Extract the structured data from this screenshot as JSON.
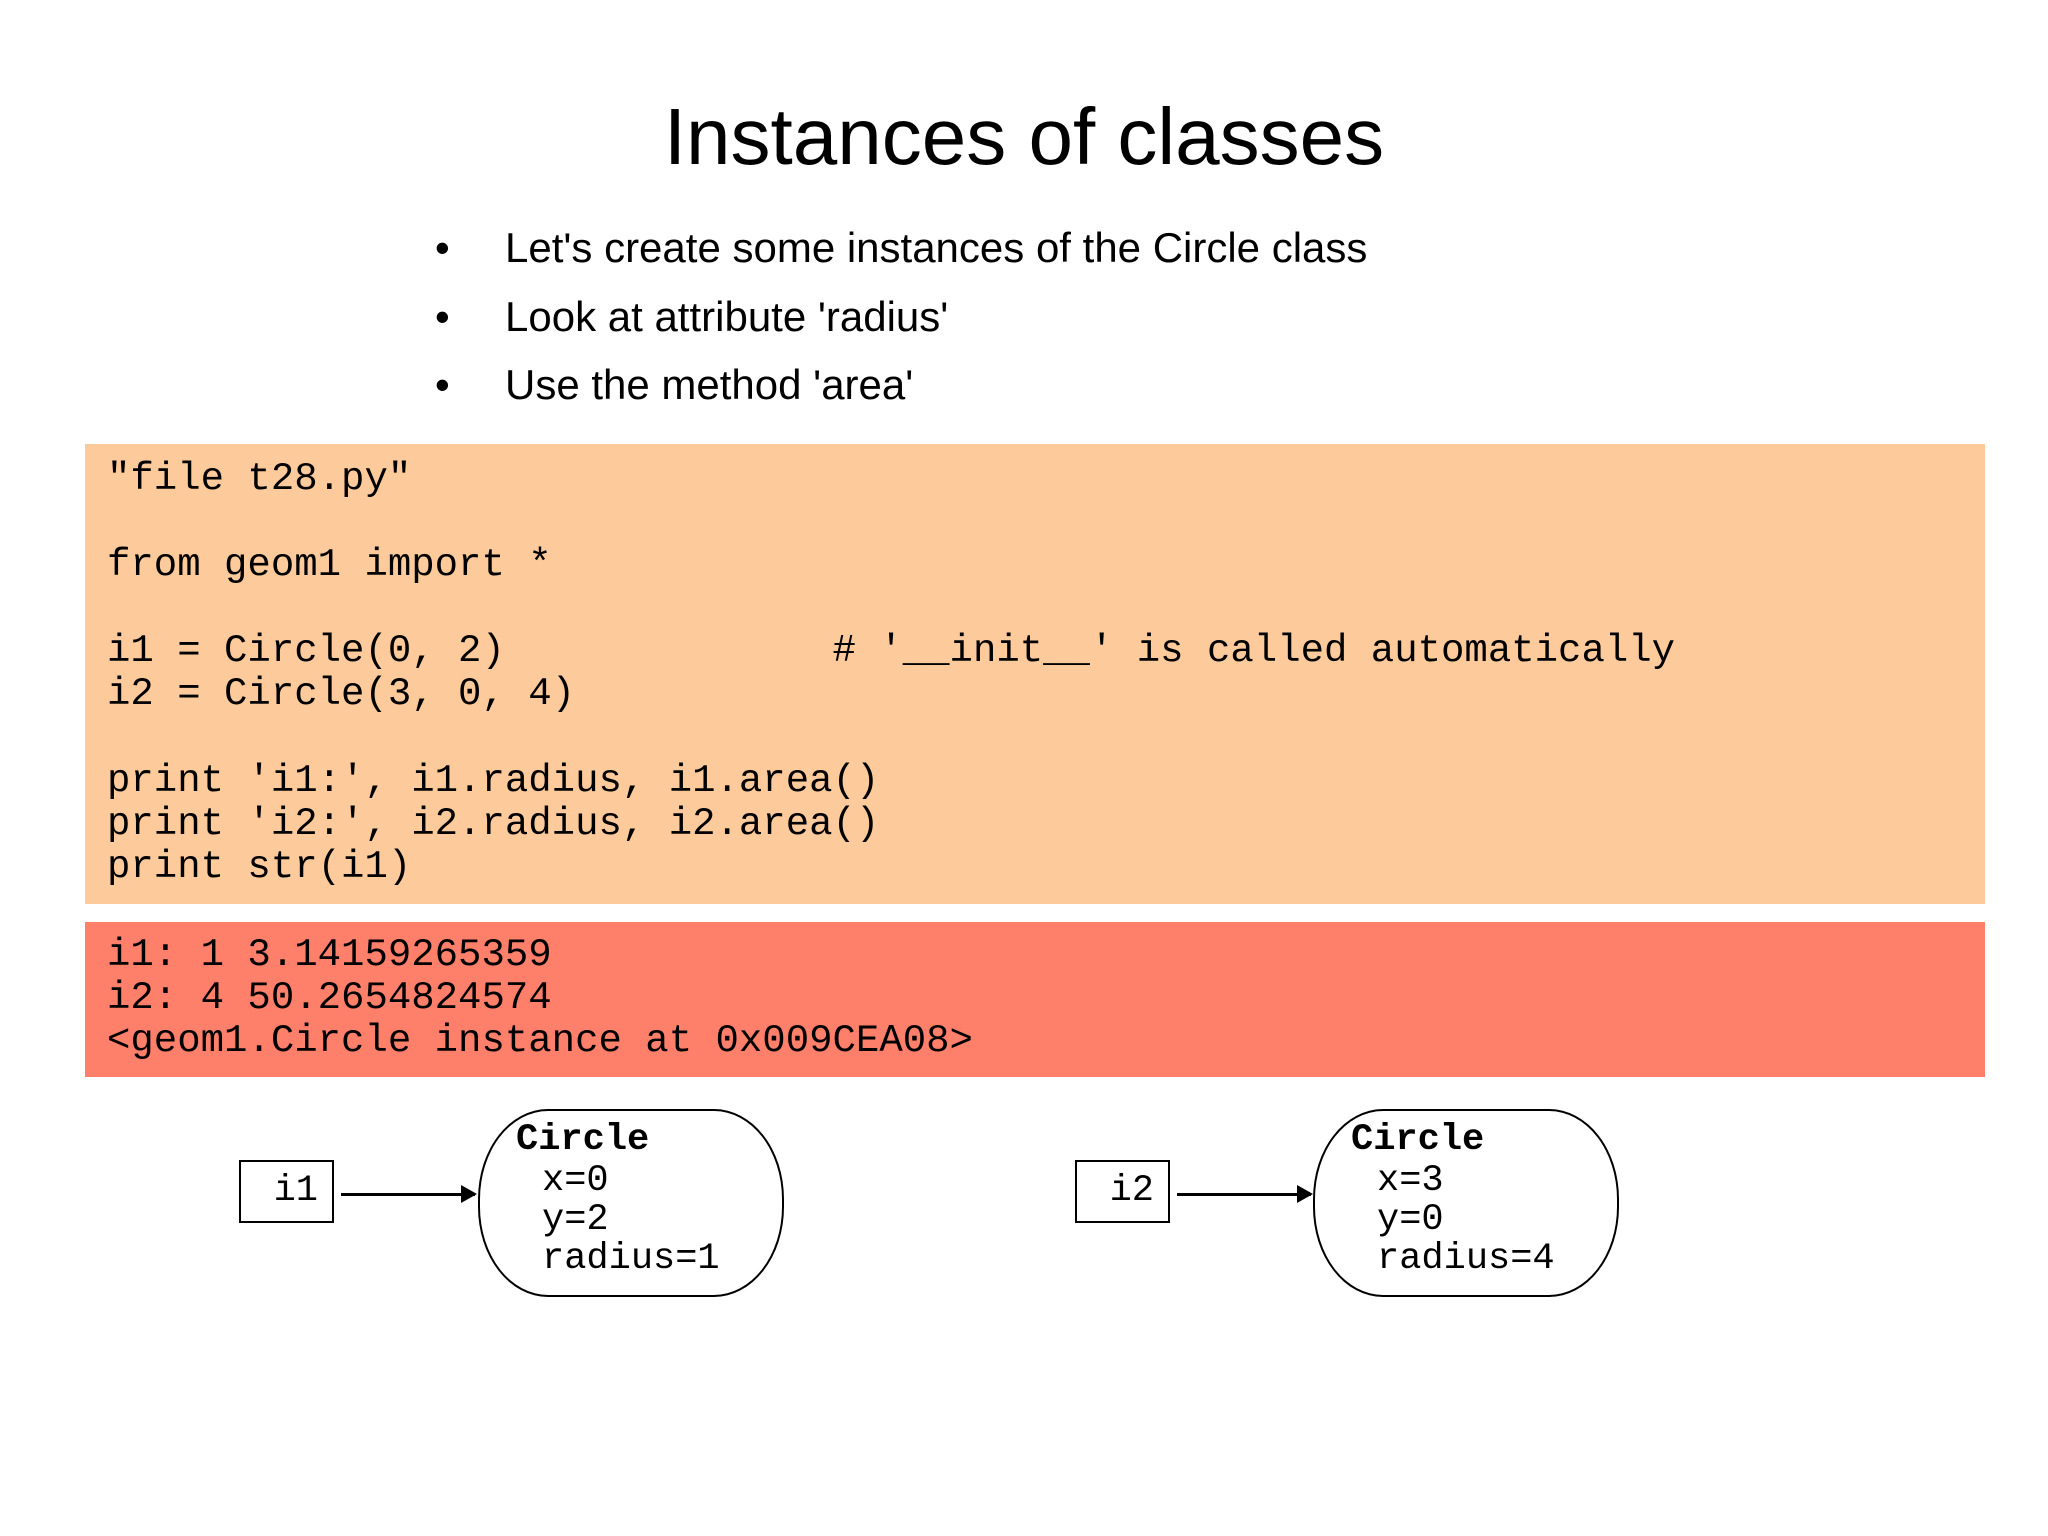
{
  "slide": {
    "title": "Instances of classes",
    "bullets": [
      "Let's create some instances of the Circle class",
      "Look at attribute 'radius'",
      "Use the method 'area'"
    ],
    "bullet_glyph": "•"
  },
  "code": {
    "background": "#fdca9c",
    "lines": [
      "\"file t28.py\"",
      "from geom1 import *",
      "i1 = Circle(0, 2)              # '__init__' is called automatically",
      "i2 = Circle(3, 0, 4)",
      "print 'i1:', i1.radius, i1.area()",
      "print 'i2:', i2.radius, i2.area()",
      "print str(i1)"
    ]
  },
  "output": {
    "background": "#fe7f6a",
    "lines": [
      "i1: 1 3.14159265359",
      "i2: 4 50.2654824574",
      "<geom1.Circle instance at 0x009CEA08>"
    ]
  },
  "diagram": {
    "instances": [
      {
        "var": "i1",
        "class": "Circle",
        "attrs": [
          "x=0",
          "y=2",
          "radius=1"
        ]
      },
      {
        "var": "i2",
        "class": "Circle",
        "attrs": [
          "x=3",
          "y=0",
          "radius=4"
        ]
      }
    ]
  }
}
